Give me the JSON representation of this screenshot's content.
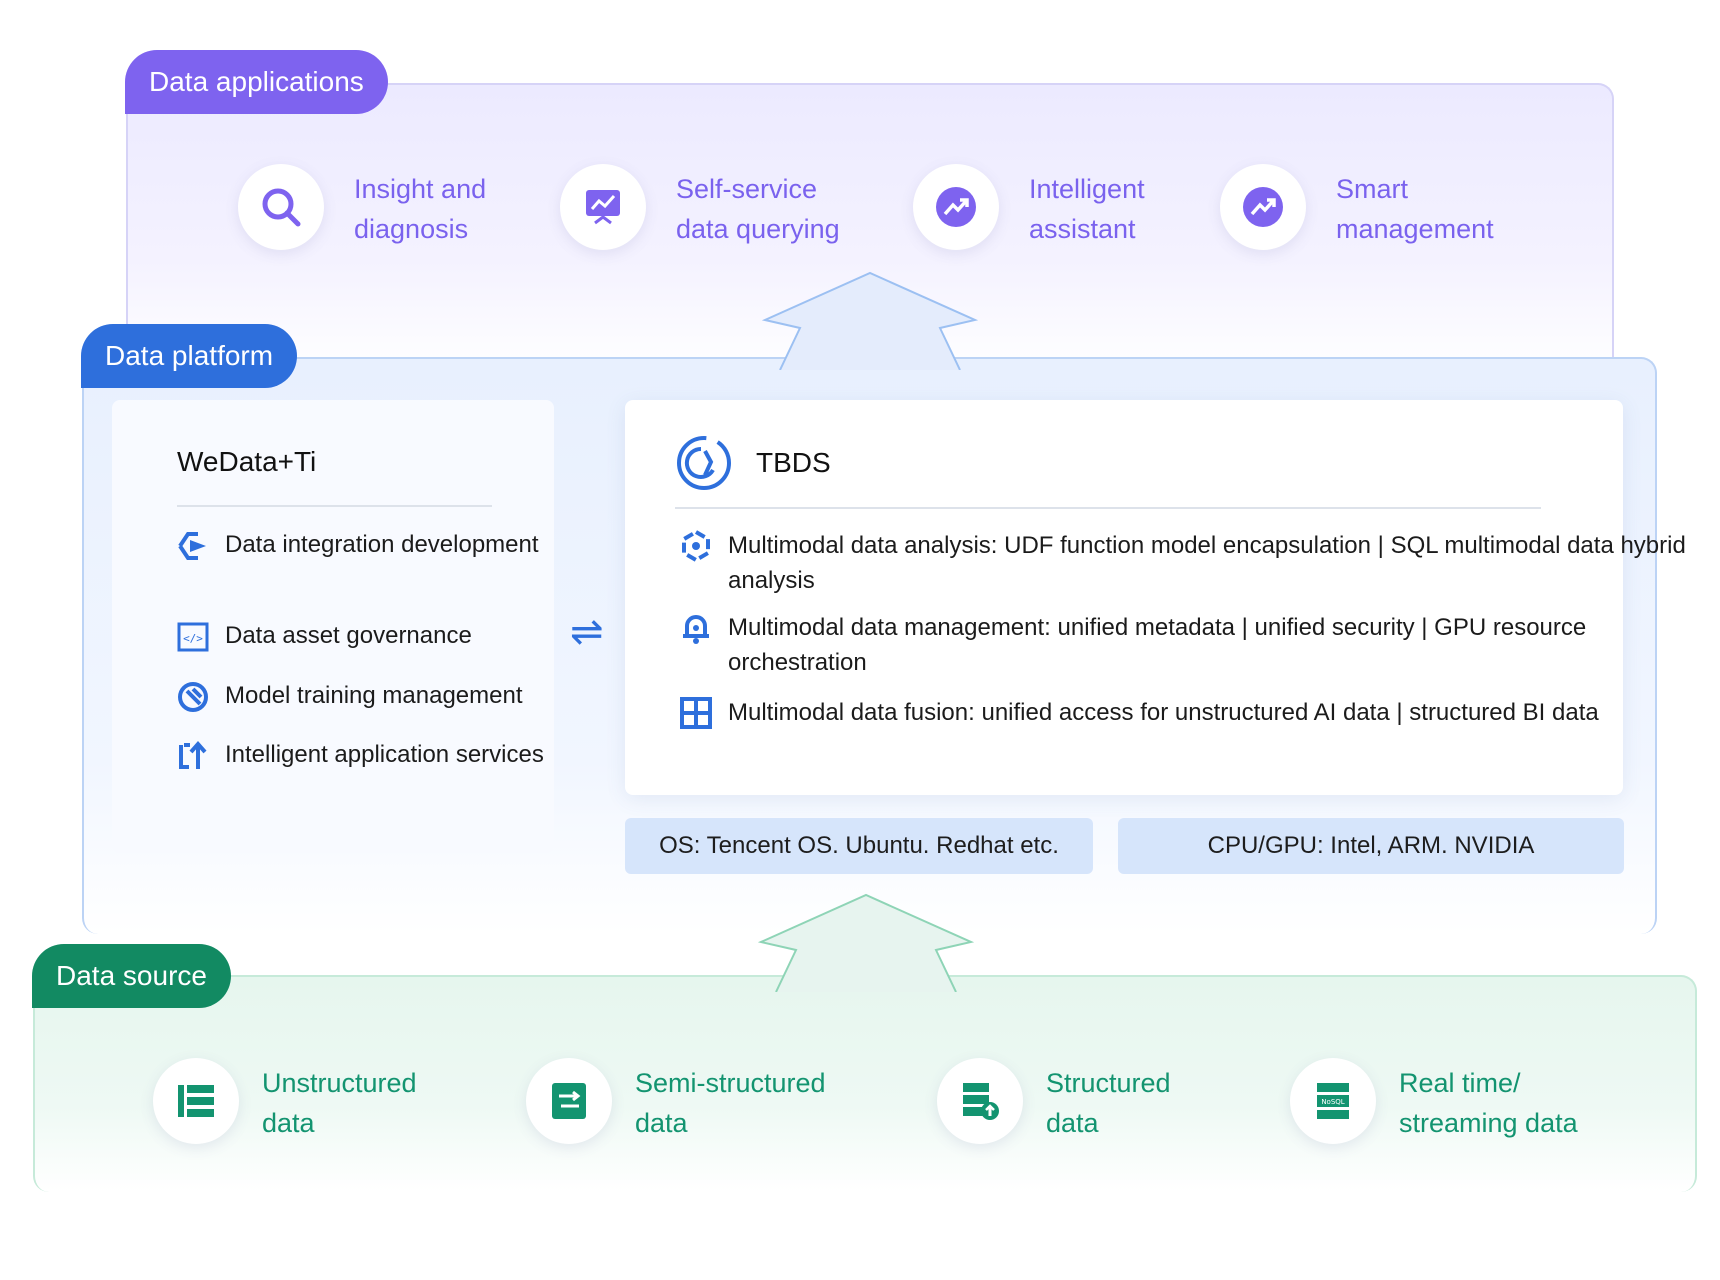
{
  "layers": {
    "applications": {
      "tag": "Data applications",
      "items": [
        {
          "label": "Insight and\ndiagnosis",
          "icon": "search-icon"
        },
        {
          "label": "Self-service\ndata querying",
          "icon": "chart-board-icon"
        },
        {
          "label": "Intelligent\nassistant",
          "icon": "trend-up-icon"
        },
        {
          "label": "Smart\nmanagement",
          "icon": "trend-up-icon"
        }
      ]
    },
    "platform": {
      "tag": "Data platform",
      "wedata": {
        "title": "WeData+Ti",
        "items": [
          {
            "label": "Data integration\ndevelopment",
            "icon": "integration-icon"
          },
          {
            "label": "Data asset governance",
            "icon": "code-window-icon"
          },
          {
            "label": "Model training management",
            "icon": "model-training-icon"
          },
          {
            "label": "Intelligent application\nservices",
            "icon": "app-services-icon"
          }
        ]
      },
      "exchange_symbol": "⇌",
      "tbds": {
        "title": "TBDS",
        "items": [
          {
            "label": "Multimodal data analysis: UDF function model encapsulation | SQL\nmultimodal data hybrid analysis",
            "icon": "analysis-icon"
          },
          {
            "label": "Multimodal data management: unified metadata | unified security | GPU\nresource orchestration",
            "icon": "bell-icon"
          },
          {
            "label": "Multimodal data fusion: unified access for unstructured AI data | structured\nBI data",
            "icon": "grid-icon"
          }
        ]
      },
      "os_bar": "OS: Tencent OS. Ubuntu. Redhat etc.",
      "cpu_bar": "CPU/GPU: Intel, ARM. NVIDIA"
    },
    "source": {
      "tag": "Data source",
      "items": [
        {
          "label": "Unstructured\ndata",
          "icon": "list-icon"
        },
        {
          "label": "Semi-structured\ndata",
          "icon": "transfer-icon"
        },
        {
          "label": "Structured\ndata",
          "icon": "database-upload-icon"
        },
        {
          "label": "Real time/\nstreaming data",
          "icon": "nosql-server-icon"
        }
      ],
      "nosql_icon_text": "NoSQL"
    }
  },
  "colors": {
    "applications_accent": "#7e63ef",
    "platform_accent": "#2e6fdc",
    "source_accent": "#128a62"
  }
}
